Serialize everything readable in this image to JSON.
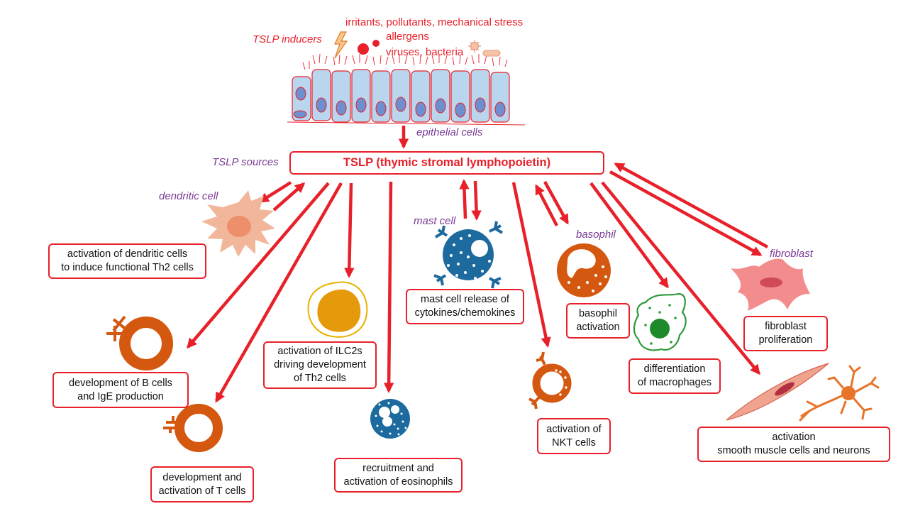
{
  "inducers": {
    "title": "TSLP inducers",
    "line1": "irritants,  pollutants, mechanical stress",
    "line2": "allergens",
    "line3": "viruses, bacteria"
  },
  "labels": {
    "epithelial": "epithelial cells",
    "sources": "TSLP sources",
    "dendritic": "dendritic cell",
    "mast": "mast cell",
    "basophil": "basophil",
    "fibroblast": "fibroblast"
  },
  "center": "TSLP (thymic stromal lymphopoietin)",
  "effects": {
    "dc": [
      "activation  of dendritic cells",
      "to induce functional Th2 cells"
    ],
    "bcell": [
      "development of B  cells",
      "and IgE  production"
    ],
    "tcell": [
      "development and",
      "activation  of T cells"
    ],
    "ilc2": [
      "activation of ILC2s",
      "driving development",
      "of Th2 cells"
    ],
    "eos": [
      "recruitment and",
      "activation  of eosinophils"
    ],
    "mast": [
      "mast cell release of",
      "cytokines/chemokines"
    ],
    "nkt": [
      "activation of",
      "NKT cells"
    ],
    "baso": [
      "basophil",
      "activation"
    ],
    "macro": [
      "differentiation",
      "of macrophages"
    ],
    "fibro": [
      "fibroblast",
      "proliferation"
    ],
    "smooth": [
      "activation",
      "smooth muscle cells and neurons"
    ]
  },
  "colors": {
    "accent_red": "#e8202a",
    "label_purple": "#7a3a96",
    "cell_orange": "#d4580f",
    "eos_blue": "#1d6b9e",
    "ilc_gold": "#e59a0b",
    "dc_peach": "#f2b79a",
    "fibro_pink": "#f38d8d",
    "epithelial_blue": "#b9d6ee"
  }
}
